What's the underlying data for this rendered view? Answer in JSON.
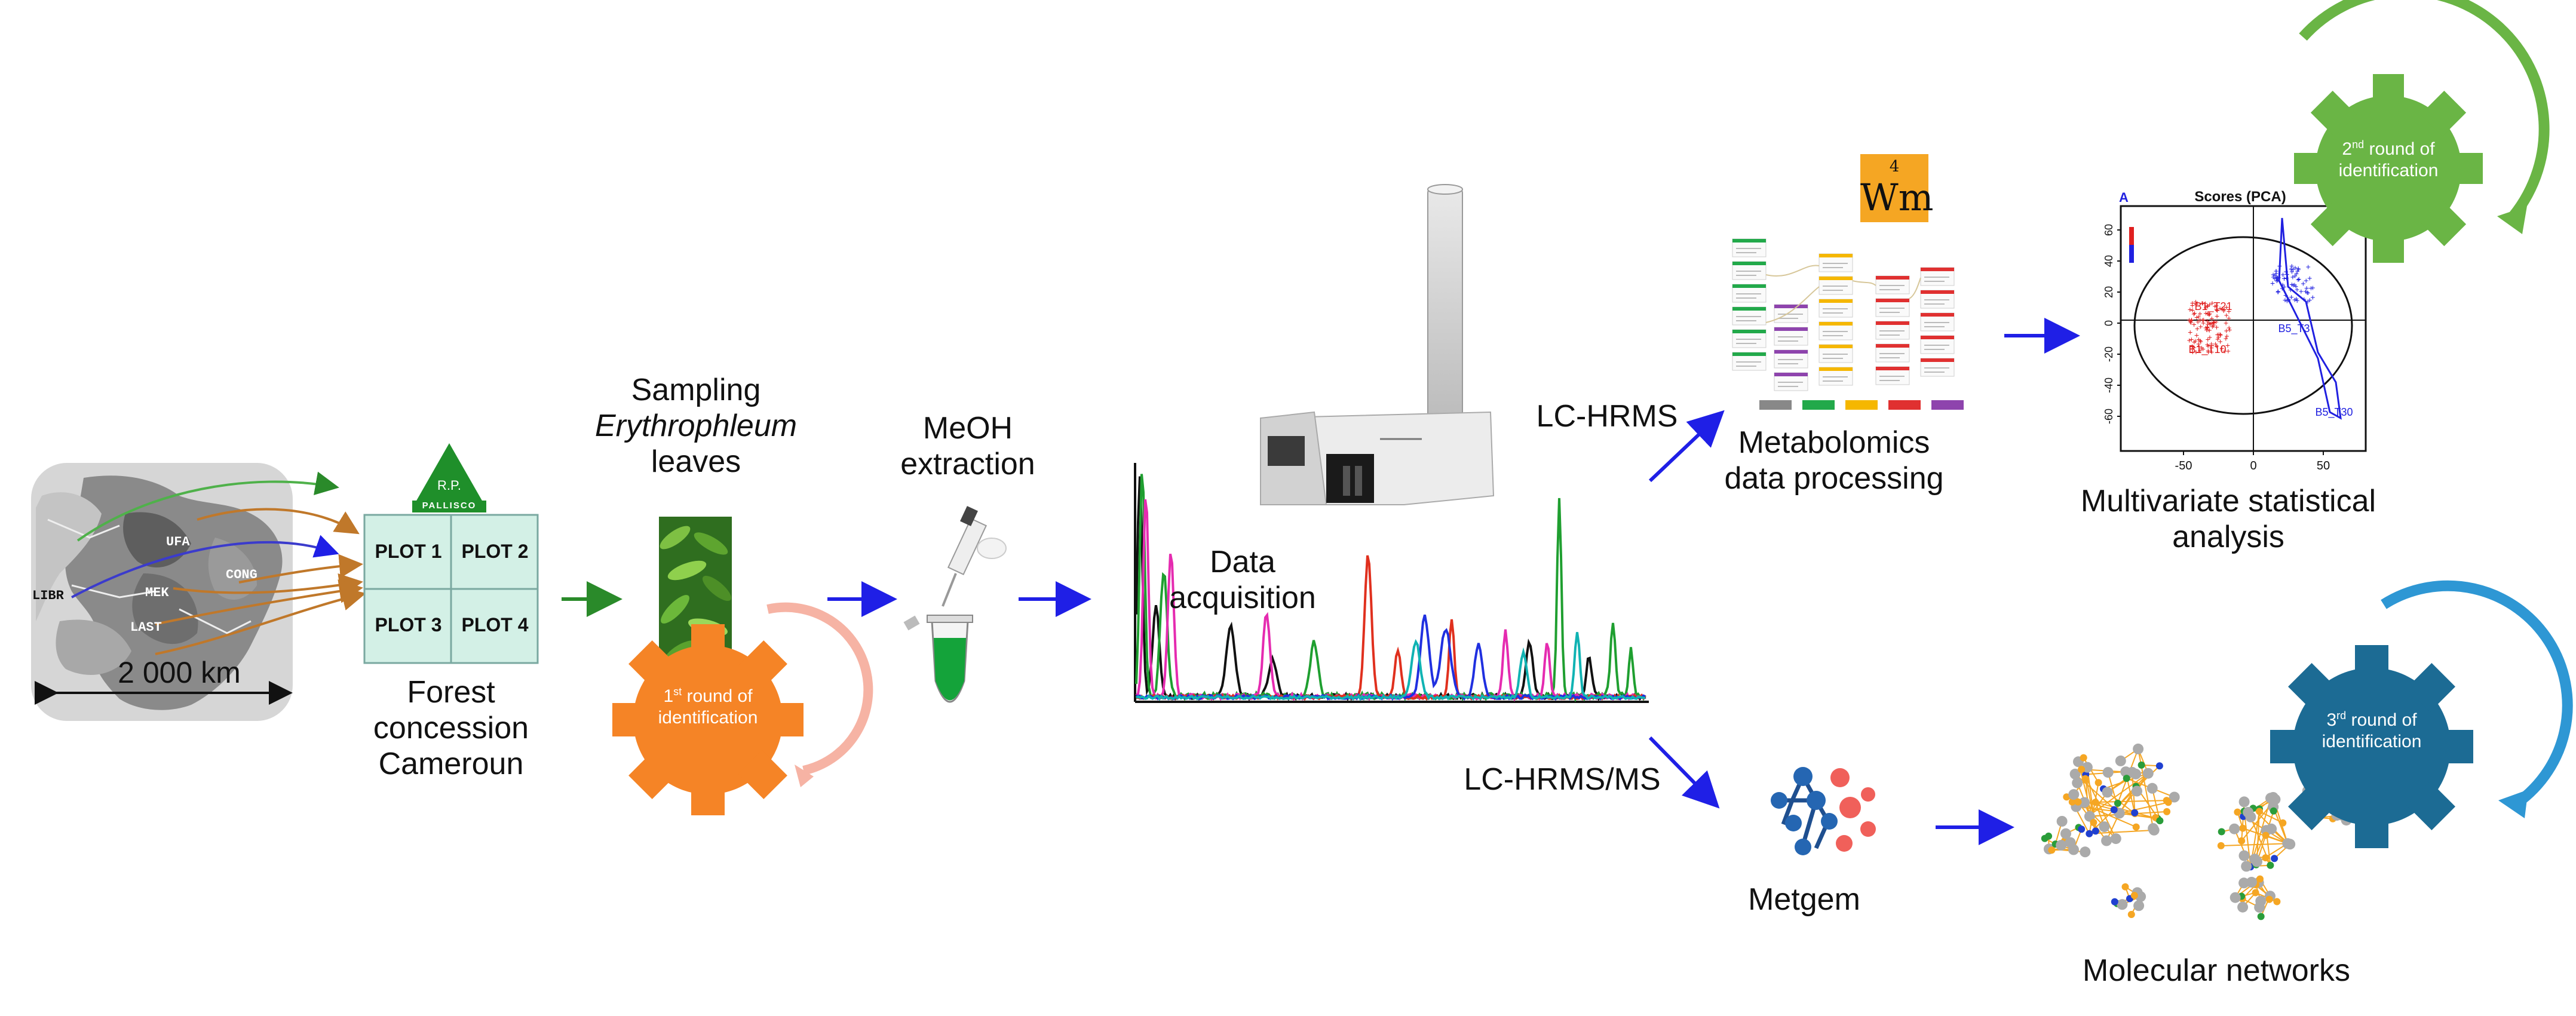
{
  "map": {
    "regions": [
      "UFA",
      "CONG",
      "MEK",
      "LIBR",
      "LAST"
    ],
    "scale": "2 000 km"
  },
  "logo": {
    "initials": "R.P.",
    "brand": "PALLISCO"
  },
  "plots": [
    "PLOT 1",
    "PLOT 2",
    "PLOT 3",
    "PLOT 4"
  ],
  "labels": {
    "forest_line1": "Forest",
    "forest_line2": "concession",
    "forest_line3": "Cameroun",
    "sampling_line1": "Sampling",
    "sampling_line2": "Erythrophleum",
    "sampling_line3": "leaves",
    "meoh_line1": "MeOH",
    "meoh_line2": "extraction",
    "data_line1": "Data",
    "data_line2": "acquisition",
    "lchrms": "LC-HRMS",
    "lchrmsms": "LC-HRMS/MS",
    "metab_line1": "Metabolomics",
    "metab_line2": "data processing",
    "multi_line1": "Multivariate statistical",
    "multi_line2": "analysis",
    "metgem": "Metgem",
    "networks": "Molecular networks"
  },
  "gears": [
    {
      "num": "1",
      "sup": "st",
      "line1": " round of",
      "line2": "identification",
      "color": "#f58426"
    },
    {
      "num": "2",
      "sup": "nd",
      "line1": " round of",
      "line2": "identification",
      "color": "#6ab545"
    },
    {
      "num": "3",
      "sup": "rd",
      "line1": " round of",
      "line2": "identification",
      "color": "#1c6b94"
    }
  ],
  "wm": {
    "sup": "4",
    "main": "Wm"
  },
  "pca": {
    "panel": "A",
    "title": "Scores (PCA)",
    "yticks": [
      "60",
      "40",
      "20",
      "0",
      "-20",
      "-40",
      "-60"
    ],
    "xticks": [
      "-50",
      "0",
      "50"
    ],
    "point_labels": [
      "B1_T21",
      "B1_T10",
      "B5_T3",
      "B5_T30"
    ]
  },
  "colors": {
    "arrow_blue": "#1f1fe6",
    "arrow_green": "#2a8a2a",
    "plot_fill": "#d3f0e6",
    "plot_border": "#7aa8a0",
    "logo_green": "#1f8f2a",
    "pca_red": "#e02020",
    "pca_blue": "#2020e0"
  }
}
